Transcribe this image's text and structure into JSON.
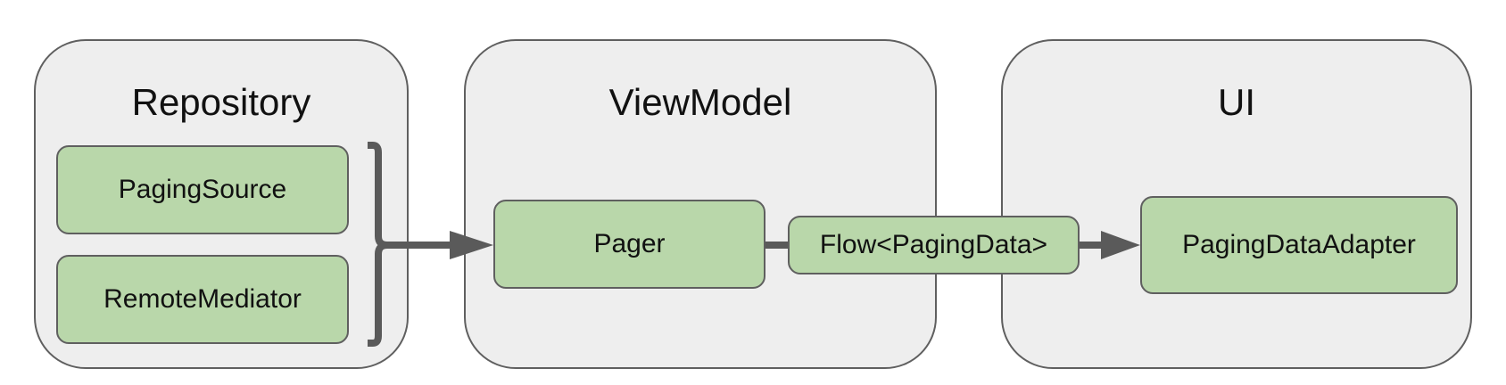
{
  "diagram": {
    "groups": {
      "repository": {
        "title": "Repository"
      },
      "viewmodel": {
        "title": "ViewModel"
      },
      "ui": {
        "title": "UI"
      }
    },
    "nodes": {
      "paging_source": {
        "label": "PagingSource"
      },
      "remote_mediator": {
        "label": "RemoteMediator"
      },
      "pager": {
        "label": "Pager"
      },
      "flow": {
        "label": "Flow<PagingData>"
      },
      "adapter": {
        "label": "PagingDataAdapter"
      }
    },
    "colors": {
      "group_fill": "#eeeeee",
      "node_fill": "#b9d7aa",
      "stroke": "#5f5f5f",
      "connector": "#5a5a5a"
    },
    "edges": [
      {
        "from": "repository",
        "to": "pager"
      },
      {
        "from": "pager",
        "to": "flow"
      },
      {
        "from": "flow",
        "to": "adapter"
      }
    ]
  }
}
